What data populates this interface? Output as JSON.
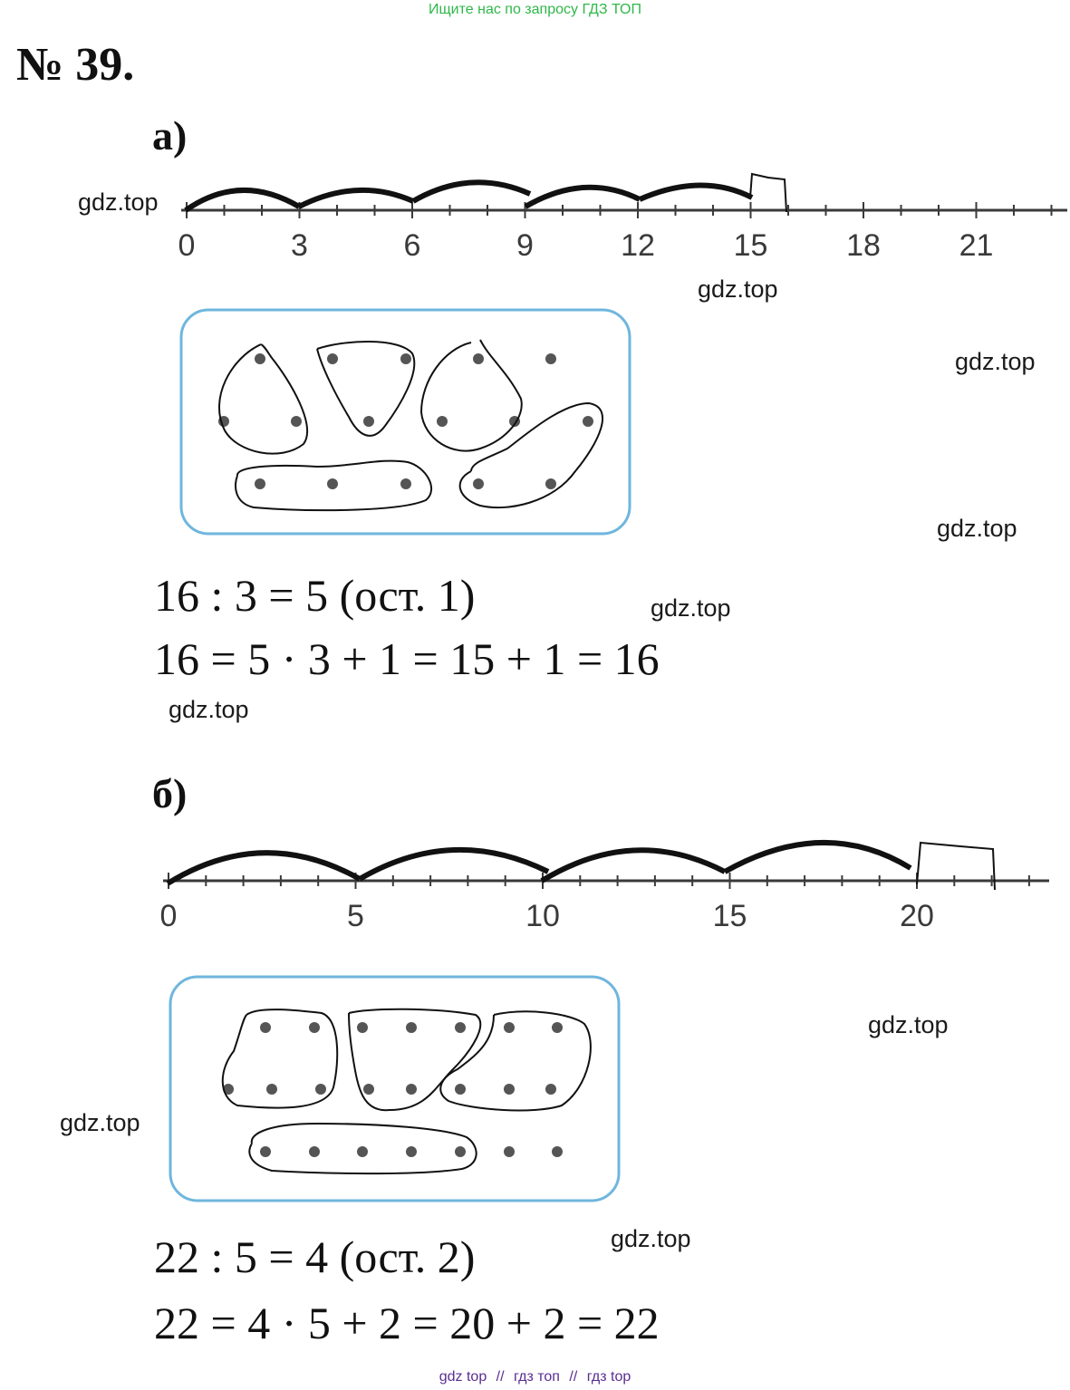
{
  "banner": "Ищите нас по запросу ГДЗ ТОП",
  "task_number": "№ 39.",
  "part_a": {
    "label": "а)",
    "number_line_ticks": [
      "0",
      "3",
      "6",
      "9",
      "12",
      "15",
      "18",
      "21"
    ],
    "equation_1": "16 : 3 = 5 (ост. 1)",
    "equation_2": "16 = 5 · 3 + 1 = 15 + 1 = 16"
  },
  "part_b": {
    "label": "б)",
    "number_line_ticks": [
      "0",
      "5",
      "10",
      "15",
      "20"
    ],
    "equation_1": "22 : 5 = 4 (ост. 2)",
    "equation_2": "22 = 4 · 5 + 2 = 20 + 2 = 22"
  },
  "watermark": "gdz.top",
  "footer": {
    "link_1": "gdz top",
    "sep_1": "//",
    "link_2": "гдз топ",
    "sep_2": "//",
    "link_3": "гдз top"
  },
  "colors": {
    "banner": "#2fb84a",
    "box_border": "#6fb6dd",
    "dot": "#555555",
    "footer": "#5a2d91"
  }
}
